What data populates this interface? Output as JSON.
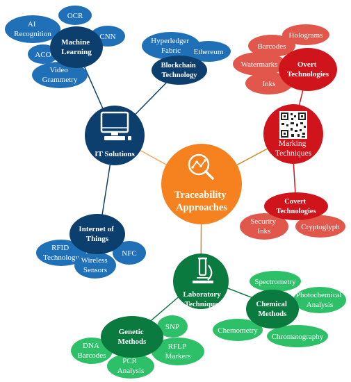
{
  "center": {
    "label_lines": [
      "Traceability",
      "Approaches"
    ]
  },
  "it": {
    "label": "IT Solutions",
    "ml": {
      "label_lines": [
        "Machine",
        "Learning"
      ],
      "leaves": {
        "ocr": [
          "OCR"
        ],
        "ai": [
          "AI",
          "Recognition"
        ],
        "cnn": [
          "CNN"
        ],
        "aco": [
          "ACO"
        ],
        "video": [
          "Video",
          "Grammetry"
        ]
      }
    },
    "bc": {
      "label_lines": [
        "Blockchain",
        "Technology"
      ],
      "leaves": {
        "hyperledger": [
          "Hyperledger",
          "Fabric"
        ],
        "ethereum": [
          "Ethereum"
        ]
      }
    },
    "iot": {
      "label_lines": [
        "Internet of",
        "Things"
      ],
      "leaves": {
        "rfid": [
          "RFID",
          "Technology"
        ],
        "nfc": [
          "NFC"
        ],
        "wireless": [
          "Wireless",
          "Sensors"
        ]
      }
    }
  },
  "marking": {
    "label_lines": [
      "Marking",
      "Techniques"
    ],
    "overt": {
      "label_lines": [
        "Overt",
        "Technologies"
      ],
      "leaves": {
        "holograms": [
          "Holograms"
        ],
        "barcodes": [
          "Barcodes"
        ],
        "watermarks": [
          "Watermarks"
        ],
        "inks": [
          "Inks"
        ]
      }
    },
    "covert": {
      "label_lines": [
        "Covert",
        "Technologies"
      ],
      "leaves": {
        "security": [
          "Security",
          "Inks"
        ],
        "cryptoglyph": [
          "Cryptoglyph"
        ]
      }
    }
  },
  "lab": {
    "label_lines": [
      "Laboratory",
      "Techniques"
    ],
    "chemical": {
      "label_lines": [
        "Chemical",
        "Methods"
      ],
      "leaves": {
        "spectrometry": [
          "Spectrometry"
        ],
        "photochemical": [
          "Photochemical",
          "Analysis"
        ],
        "chemometry": [
          "Chemometry"
        ],
        "chromatography": [
          "Chromatography"
        ]
      }
    },
    "genetic": {
      "label_lines": [
        "Genetic",
        "Methods"
      ],
      "leaves": {
        "snp": [
          "SNP"
        ],
        "dna": [
          "DNA",
          "Barcodes"
        ],
        "rflp": [
          "RFLP",
          "Markers"
        ],
        "pcr": [
          "PCR",
          "Analysis"
        ]
      }
    }
  },
  "colors": {
    "blue_dark": "#0d3f6e",
    "blue_light": "#1f70b7",
    "red_dark": "#d0141b",
    "red_light": "#e2574b",
    "green_dark": "#0b7a3e",
    "green_light": "#2ec068",
    "orange": "#f5821f"
  }
}
